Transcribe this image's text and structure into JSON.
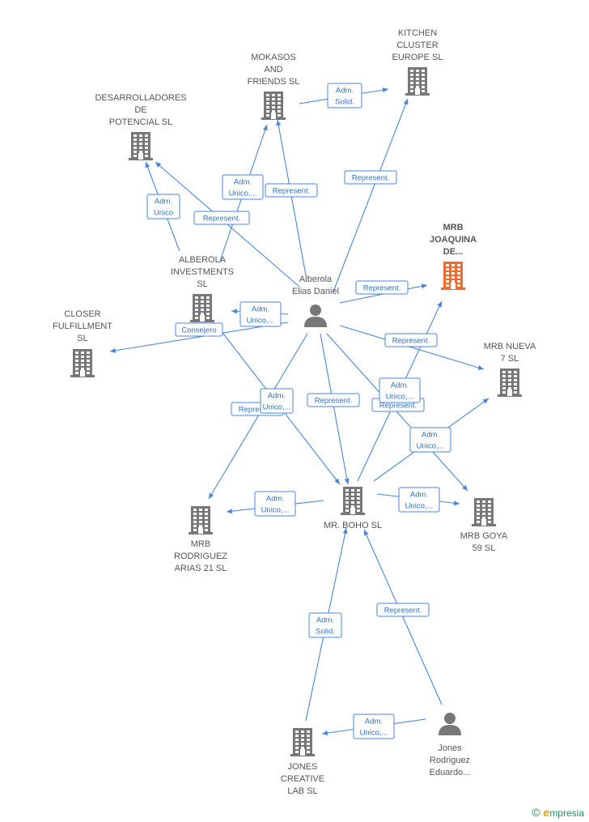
{
  "colors": {
    "edge": "#4a86d8",
    "node": "#777777",
    "highlight": "#f26a2e"
  },
  "nodes": [
    {
      "id": "kitchen",
      "type": "company",
      "lines": [
        "KITCHEN",
        "CLUSTER",
        "EUROPE  SL"
      ],
      "highlight": false,
      "icon": "building-icon"
    },
    {
      "id": "mokasos",
      "type": "company",
      "lines": [
        "MOKASOS",
        "AND",
        "FRIENDS  SL"
      ],
      "highlight": false,
      "icon": "building-icon"
    },
    {
      "id": "desarrolladores",
      "type": "company",
      "lines": [
        "DESARROLLADORES",
        "DE",
        "POTENCIAL  SL"
      ],
      "highlight": false,
      "icon": "building-icon"
    },
    {
      "id": "mrbjoaquina",
      "type": "company",
      "lines": [
        "MRB",
        "JOAQUINA",
        "DE..."
      ],
      "highlight": true,
      "icon": "building-icon"
    },
    {
      "id": "alberolainv",
      "type": "company",
      "lines": [
        "ALBEROLA",
        "INVESTMENTS",
        "SL"
      ],
      "highlight": false,
      "icon": "building-icon"
    },
    {
      "id": "alberolaperson",
      "type": "person",
      "lines": [
        "Alberola",
        "Elias Daniel"
      ],
      "highlight": false,
      "icon": "person-icon"
    },
    {
      "id": "closer",
      "type": "company",
      "lines": [
        "CLOSER",
        "FULFILLMENT",
        "SL"
      ],
      "highlight": false,
      "icon": "building-icon"
    },
    {
      "id": "mrbnueva",
      "type": "company",
      "lines": [
        "MRB NUEVA",
        "7  SL"
      ],
      "highlight": false,
      "icon": "building-icon"
    },
    {
      "id": "mrboho",
      "type": "company",
      "lines": [
        "MR.  BOHO SL"
      ],
      "highlight": false,
      "icon": "building-icon"
    },
    {
      "id": "mrbrodriguez",
      "type": "company",
      "lines": [
        "MRB",
        "RODRIGUEZ",
        "ARIAS 21  SL"
      ],
      "highlight": false,
      "icon": "building-icon"
    },
    {
      "id": "mrbgoya",
      "type": "company",
      "lines": [
        "MRB GOYA",
        "59  SL"
      ],
      "highlight": false,
      "icon": "building-icon"
    },
    {
      "id": "jonescreative",
      "type": "company",
      "lines": [
        "JONES",
        "CREATIVE",
        "LAB  SL"
      ],
      "highlight": false,
      "icon": "building-icon"
    },
    {
      "id": "jonesperson",
      "type": "person",
      "lines": [
        "Jones",
        "Rodriguez",
        "Eduardo..."
      ],
      "highlight": false,
      "icon": "person-icon"
    }
  ],
  "edges": [
    {
      "from": "mokasos",
      "to": "kitchen",
      "label": [
        "Adm.",
        "Solid."
      ]
    },
    {
      "from": "alberolaperson",
      "to": "kitchen",
      "label": [
        "Represent."
      ]
    },
    {
      "from": "alberolainv",
      "to": "mokasos",
      "label": [
        "Adm.",
        "Unico,..."
      ]
    },
    {
      "from": "alberolaperson",
      "to": "mokasos",
      "label": [
        "Represent."
      ]
    },
    {
      "from": "alberolainv",
      "to": "desarrolladores",
      "label": [
        "Adm.",
        "Unico"
      ]
    },
    {
      "from": "alberolaperson",
      "to": "desarrolladores",
      "label": [
        "Represent."
      ]
    },
    {
      "from": "alberolaperson",
      "to": "mrbjoaquina",
      "label": [
        "Represent."
      ]
    },
    {
      "from": "alberolaperson",
      "to": "alberolainv",
      "label": [
        "Adm.",
        "Unico,..."
      ]
    },
    {
      "from": "alberolaperson",
      "to": "closer",
      "label": [
        "Consejero"
      ]
    },
    {
      "from": "alberolaperson",
      "to": "mrbnueva",
      "label": [
        "Represent."
      ]
    },
    {
      "from": "alberolaperson",
      "to": "mrbrodriguez",
      "label": [
        "Represent."
      ]
    },
    {
      "from": "alberolainv",
      "to": "mrboho",
      "label": [
        "Adm.",
        "Unico,..."
      ]
    },
    {
      "from": "alberolaperson",
      "to": "mrboho",
      "label": [
        "Represent."
      ]
    },
    {
      "from": "alberolaperson",
      "to": "mrbgoya",
      "label": [
        "Represent."
      ]
    },
    {
      "from": "mrboho",
      "to": "mrbjoaquina",
      "label": [
        "Adm.",
        "Unico,..."
      ]
    },
    {
      "from": "mrboho",
      "to": "mrbnueva",
      "label": [
        "Adm.",
        "Unico,..."
      ]
    },
    {
      "from": "mrboho",
      "to": "mrbrodriguez",
      "label": [
        "Adm.",
        "Unico,..."
      ]
    },
    {
      "from": "mrboho",
      "to": "mrbgoya",
      "label": [
        "Adm.",
        "Unico,..."
      ]
    },
    {
      "from": "jonescreative",
      "to": "mrboho",
      "label": [
        "Adm.",
        "Solid."
      ]
    },
    {
      "from": "jonesperson",
      "to": "mrboho",
      "label": [
        "Represent."
      ]
    },
    {
      "from": "jonesperson",
      "to": "jonescreative",
      "label": [
        "Adm.",
        "Unico,..."
      ]
    }
  ],
  "brand": {
    "copyright": "©",
    "e": "e",
    "name": "mpresia"
  }
}
